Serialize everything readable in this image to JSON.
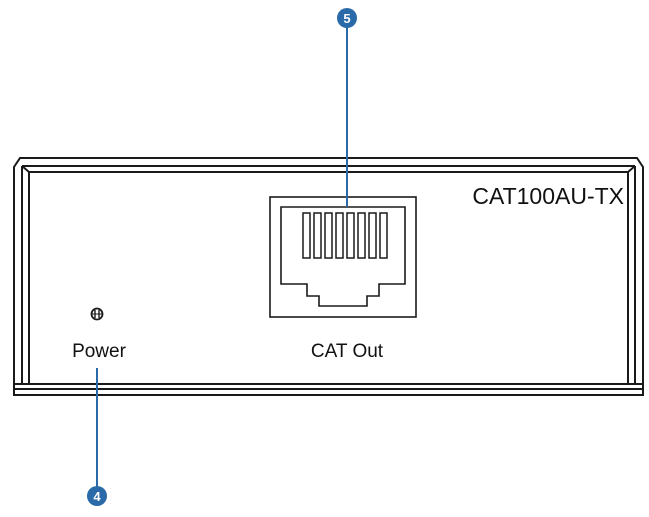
{
  "device": {
    "model": "CAT100AU-TX"
  },
  "ports": {
    "power_label": "Power",
    "cat_out_label": "CAT Out"
  },
  "callouts": [
    {
      "number": "5",
      "target": "CAT Out port"
    },
    {
      "number": "4",
      "target": "Power LED"
    }
  ],
  "colors": {
    "outline": "#1a1a1a",
    "callout_fill": "#2b6aa8",
    "callout_line": "#2b6aa8",
    "background": "#ffffff"
  },
  "icons": {
    "power_led": "power-led-icon",
    "rj45": "rj45-port-icon"
  }
}
